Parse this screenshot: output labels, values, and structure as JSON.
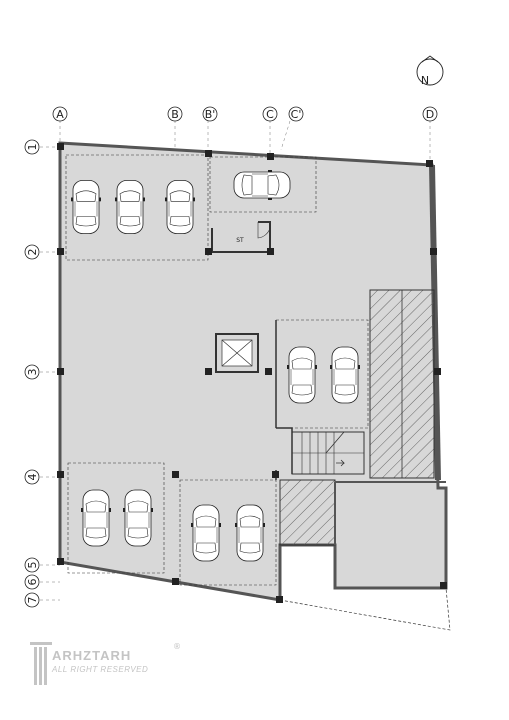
{
  "plan": {
    "columns": [
      "A",
      "B",
      "B'",
      "C",
      "C'",
      "D"
    ],
    "rows": [
      "1",
      "2",
      "3",
      "4",
      "5",
      "6",
      "7"
    ],
    "north_label": "N",
    "storage_label": "ST"
  },
  "watermark": {
    "brand": "ARHZTARH",
    "rights": "ALL RIGHT RESERVED",
    "registered": "®"
  },
  "colors": {
    "floor": "#d8d8d8",
    "wall": "#555555",
    "line": "#333333",
    "watermark": "#c4c4c4"
  }
}
